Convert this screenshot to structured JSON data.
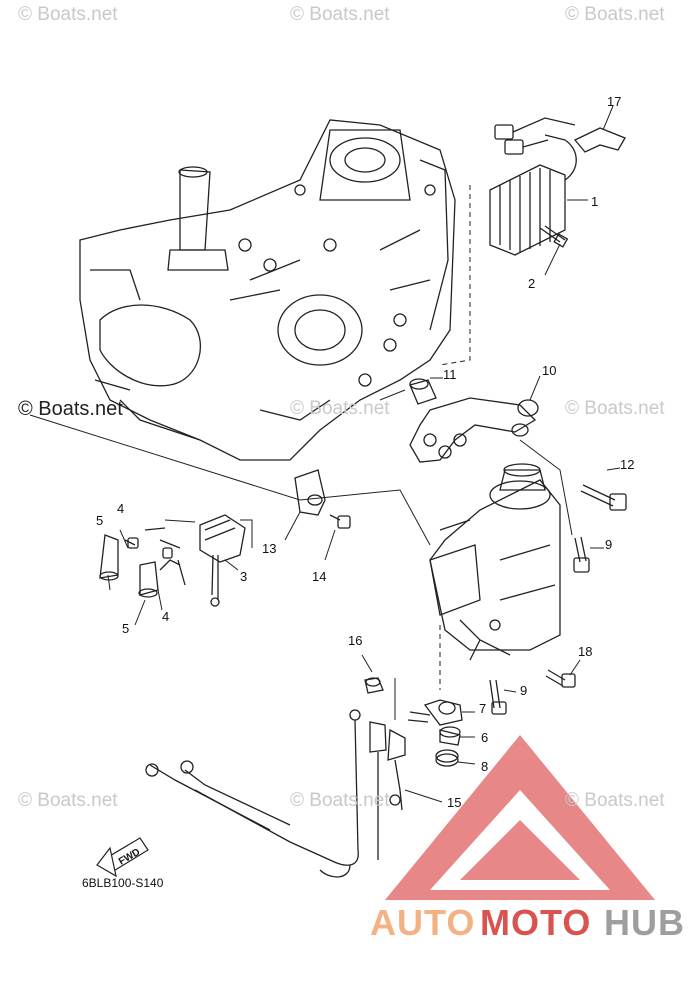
{
  "watermark": "© Boats.net",
  "diagram_code": "6BLB100-S140",
  "fwd_label": "FWD",
  "brand": {
    "part1": "AUTO",
    "part2": "MOTO",
    "part3": "HUB",
    "color_a": "#f4b183",
    "color_b": "#d9534f",
    "color_c": "#9e9e9e"
  },
  "callouts": [
    "1",
    "2",
    "3",
    "4",
    "4",
    "5",
    "5",
    "6",
    "7",
    "8",
    "9",
    "9",
    "10",
    "11",
    "12",
    "13",
    "14",
    "15",
    "16",
    "17",
    "18"
  ]
}
